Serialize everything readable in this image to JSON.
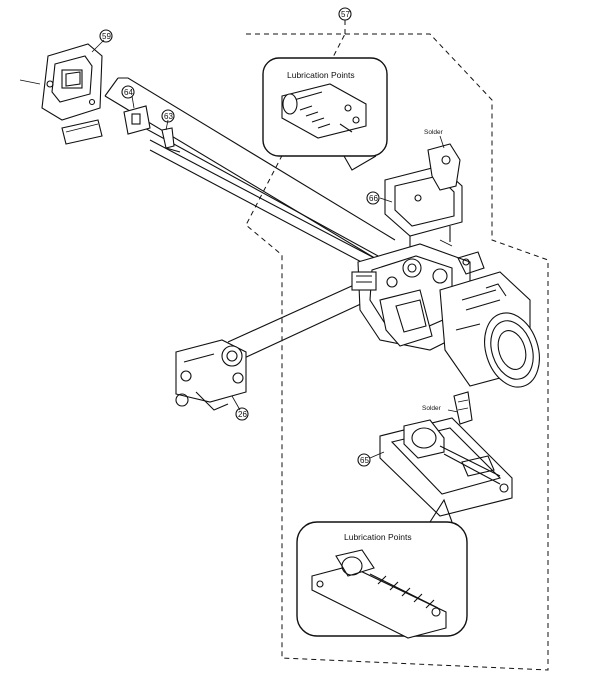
{
  "callouts": {
    "top": "Lubrication Points",
    "bottom": "Lubrication Points"
  },
  "solder": {
    "upper": "Solder",
    "lower": "Solder"
  },
  "parts": {
    "p57": "57",
    "p59": "59",
    "p64": "64",
    "p63": "63",
    "p66": "66",
    "p26": "26",
    "p65": "65"
  }
}
